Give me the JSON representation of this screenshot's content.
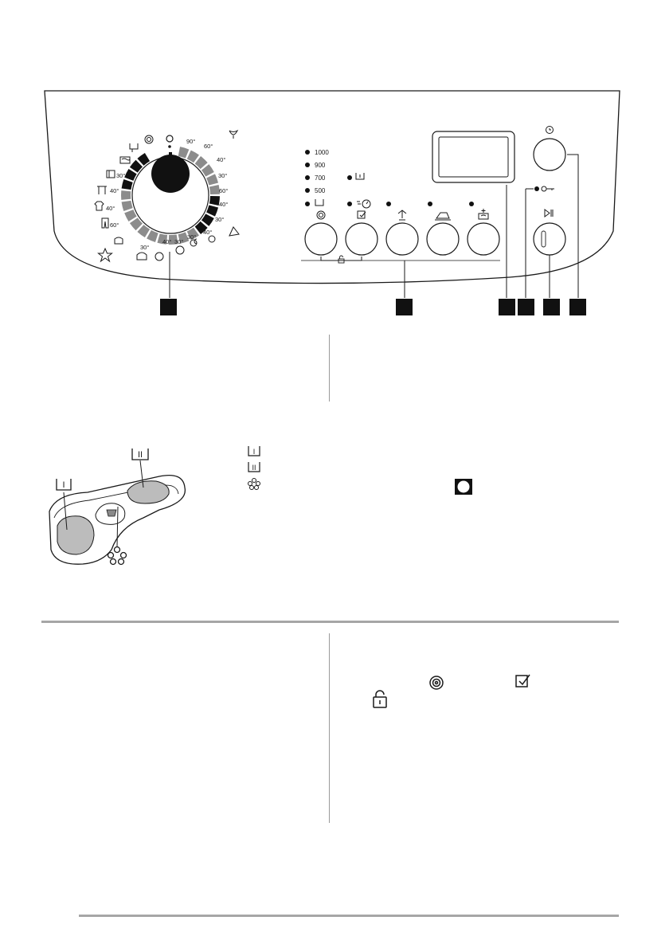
{
  "spin_speeds": [
    "1000",
    "900",
    "700",
    "500"
  ],
  "temperatures": {
    "cotton_90": "90°",
    "cotton_60": "60°",
    "cotton_40": "40°",
    "cotton_30": "30°",
    "eco_60": "60°",
    "eco_40": "40°",
    "synth_30": "30°",
    "delicate_40": "40°",
    "delicate_30": "30°",
    "wool_40": "40°",
    "wool_30": "30°",
    "silk_30": "30°",
    "curtain_40": "40°",
    "sport_40": "40°",
    "jeans_60": "60°",
    "mix_30": "30°"
  },
  "dispenser": {
    "prewash_mark": "I",
    "main_wash_mark": "II"
  },
  "legend": {
    "prewash_mark": "I",
    "main_wash_mark": "II"
  },
  "icons": {
    "dial_pointer": "circle-pointer-icon",
    "spin": "spiral-icon",
    "drain": "drain-icon",
    "rinse_hold": "rinse-hold-icon",
    "easy_iron": "iron-icon",
    "time_saver": "time-saver-icon",
    "stains": "stain-icon",
    "extra_rinse": "extra-rinse-icon",
    "start_pause": "start-pause-icon",
    "delay": "clock-icon",
    "door_lock": "key-icon",
    "child_lock": "padlock-icon",
    "softener": "flower-icon"
  }
}
